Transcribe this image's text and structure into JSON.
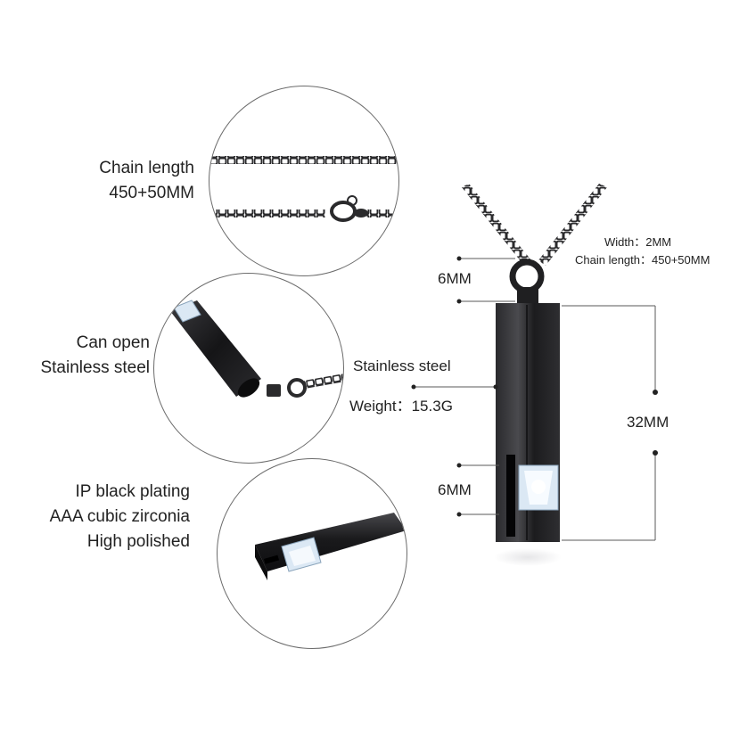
{
  "features": {
    "chain_length_title": "Chain length",
    "chain_length_value": "450+50MM",
    "can_open": "Can open",
    "stainless_steel_left": "Stainless steel",
    "ip_black_plating": "IP black plating",
    "cubic_zirconia": "AAA cubic zirconia",
    "high_polished": "High polished"
  },
  "specs": {
    "width_line": "Width：2MM",
    "chain_length_line": "Chain length：450+50MM",
    "bail_height": "6MM",
    "material": "Stainless steel",
    "weight": "Weight：15.3G",
    "pendant_height": "32MM",
    "stone_height": "6MM"
  },
  "colors": {
    "metal": "#1c1c1e",
    "metal_highlight": "#4a4a4e",
    "stone": "#dbe8f4",
    "rule": "#5a5a5a"
  }
}
